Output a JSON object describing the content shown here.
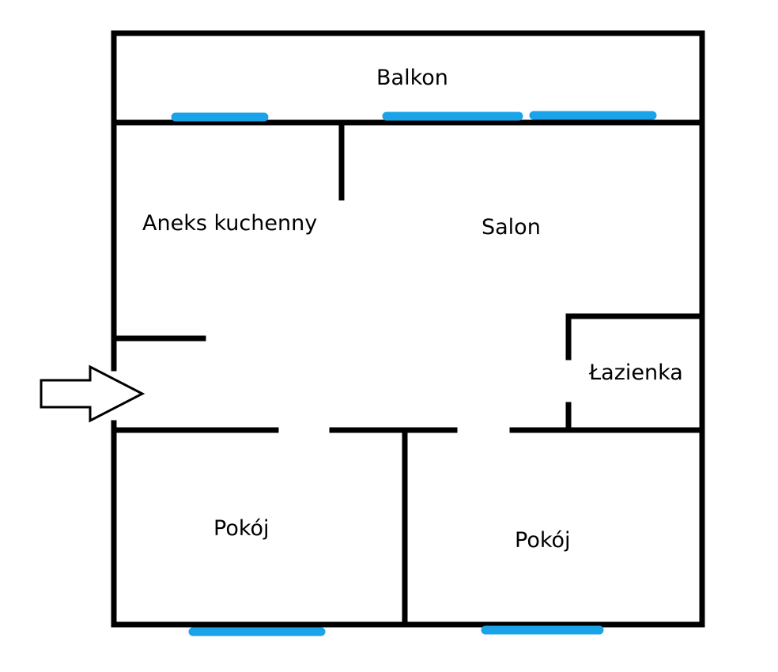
{
  "rooms": {
    "balkon": "Balkon",
    "aneks": "Aneks kuchenny",
    "salon": "Salon",
    "lazienka": "Łazienka",
    "pokoj_left": "Pokój",
    "pokoj_right": "Pokój"
  },
  "colors": {
    "walls": "#000000",
    "windows": "#1aa3e8",
    "background": "#ffffff"
  },
  "icons": {
    "entrance": "entrance-arrow-icon"
  }
}
